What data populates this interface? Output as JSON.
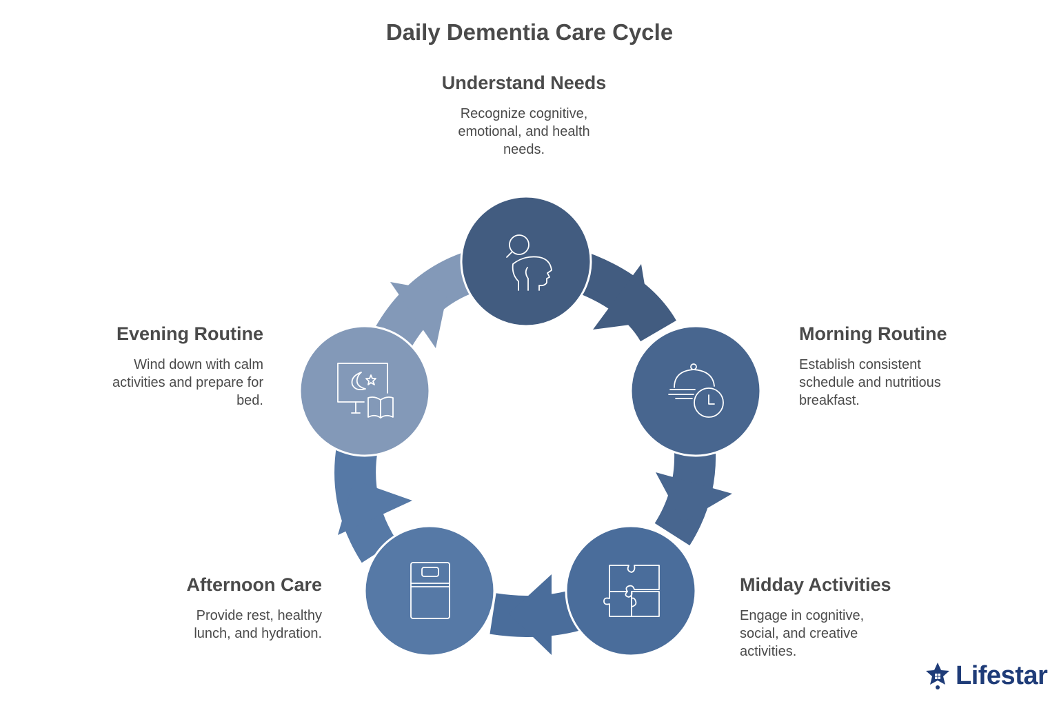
{
  "title": "Daily Dementia Care Cycle",
  "colors": {
    "text": "#4a4a4a",
    "understand": "#425c80",
    "morning": "#48668f",
    "midday": "#4a6d9b",
    "afternoon": "#5679a6",
    "evening": "#8399b8",
    "logo": "#1f3c78"
  },
  "stages": [
    {
      "heading": "Understand Needs",
      "desc_lines": [
        "Recognize cognitive,",
        "emotional, and health",
        "needs."
      ],
      "icon": "head-magnifier-icon"
    },
    {
      "heading": "Morning Routine",
      "desc_lines": [
        "Establish consistent",
        "schedule and nutritious",
        "breakfast."
      ],
      "icon": "meal-clock-icon"
    },
    {
      "heading": "Midday Activities",
      "desc_lines": [
        "Engage in cognitive,",
        "social, and creative",
        "activities."
      ],
      "icon": "puzzle-icon"
    },
    {
      "heading": "Afternoon Care",
      "desc_lines": [
        "Provide rest, healthy",
        "lunch, and hydration."
      ],
      "icon": "bed-icon"
    },
    {
      "heading": "Evening Routine",
      "desc_lines": [
        "Wind down with calm",
        "activities and prepare for",
        "bed."
      ],
      "icon": "moon-screen-book-icon"
    }
  ],
  "logo": {
    "text": "Lifestar",
    "icon": "star-house-icon"
  }
}
